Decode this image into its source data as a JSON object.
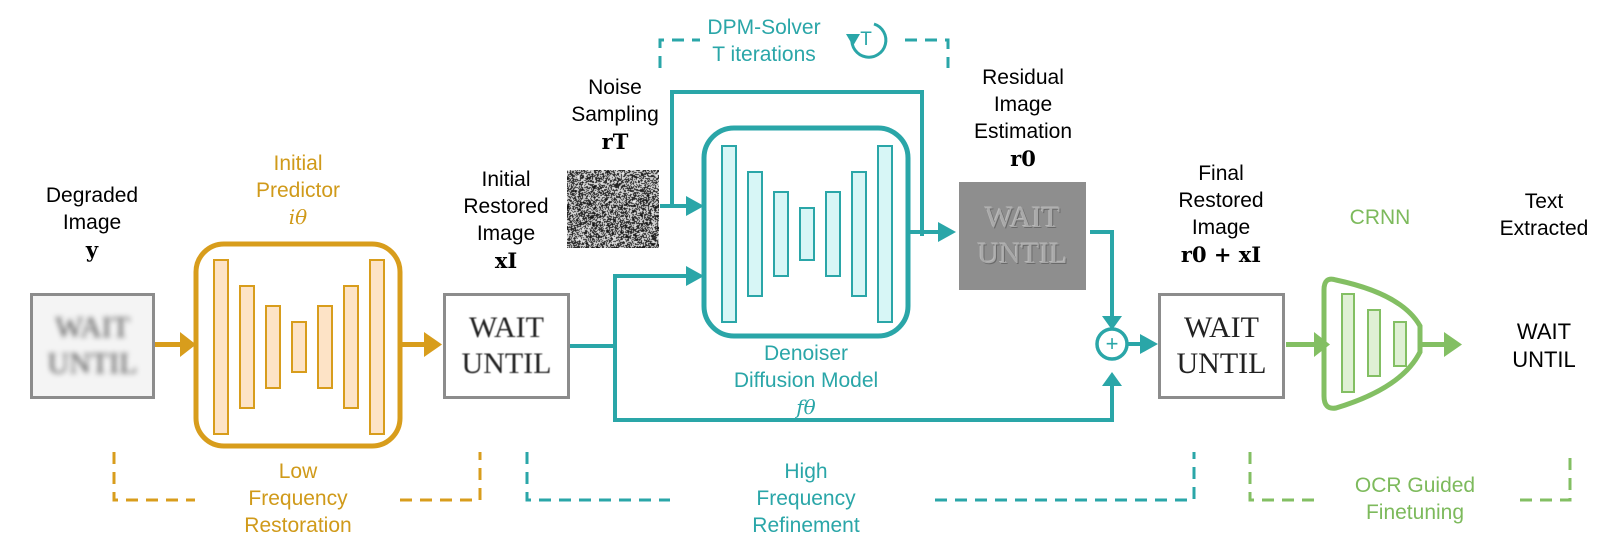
{
  "colors": {
    "orange": "#d89d1c",
    "orange_fill": "#fde3c6",
    "teal": "#2aa6a8",
    "teal_fill": "#d7f6f6",
    "green": "#83bf63",
    "green_fill": "#dff0d4",
    "gray_border": "#8c8c8c"
  },
  "labels": {
    "degraded_image": [
      "Degraded",
      "Image"
    ],
    "degraded_sym": "y",
    "initial_predictor": [
      "Initial",
      "Predictor"
    ],
    "initial_predictor_sym": "iθ",
    "initial_restored": [
      "Initial",
      "Restored",
      "Image"
    ],
    "initial_restored_sym": "xI",
    "noise_sampling": [
      "Noise",
      "Sampling"
    ],
    "noise_sym": "rT",
    "dpm_solver": [
      "DPM-Solver",
      "T iterations"
    ],
    "loop_symbol": "T",
    "denoiser": [
      "Denoiser",
      "Diffusion Model"
    ],
    "denoiser_sym": "fθ",
    "residual": [
      "Residual",
      "Image",
      "Estimation"
    ],
    "residual_sym": "r0",
    "final_restored": [
      "Final",
      "Restored",
      "Image"
    ],
    "final_sym": "r0 + xI",
    "crnn": "CRNN",
    "text_extracted": [
      "Text",
      "Extracted"
    ],
    "plus_symbol": "+",
    "low_freq": [
      "Low",
      "Frequency",
      "Restoration"
    ],
    "high_freq": [
      "High",
      "Frequency",
      "Refinement"
    ],
    "ocr_finetune": [
      "OCR Guided",
      "Finetuning"
    ]
  },
  "image_text": {
    "degraded": [
      "WAIT",
      "UNTIL"
    ],
    "initial": [
      "WAIT",
      "UNTIL"
    ],
    "residual": [
      "WAIT",
      "UNTIL"
    ],
    "final": [
      "WAIT",
      "UNTIL"
    ],
    "output": [
      "WAIT",
      "UNTIL"
    ]
  },
  "icons": {
    "loop": "refresh-loop-icon",
    "sum": "circle-plus-icon"
  }
}
